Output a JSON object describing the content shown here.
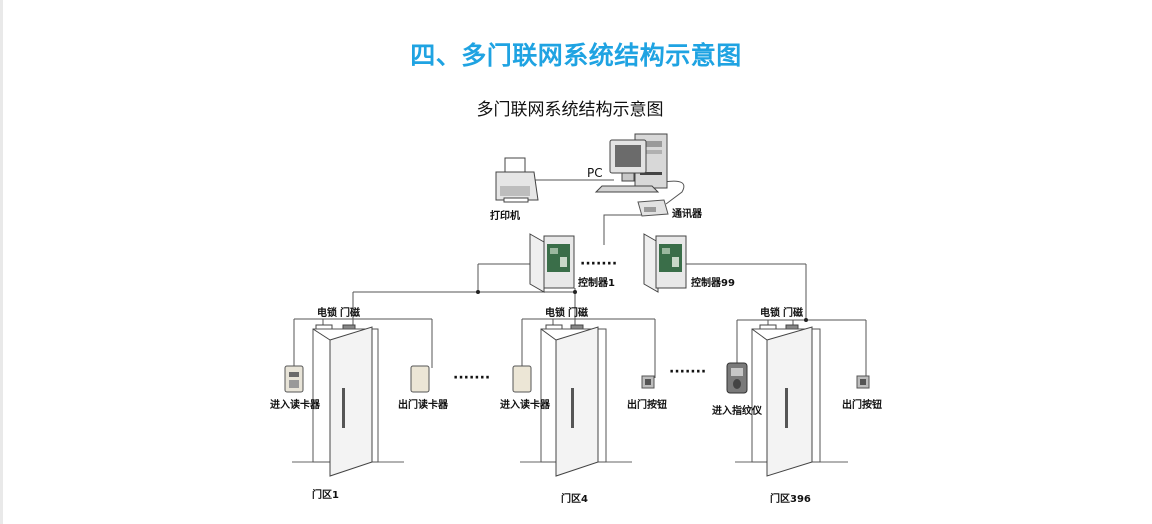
{
  "section_title": "四、多门联网系统结构示意图",
  "diagram": {
    "title": "多门联网系统结构示意图",
    "pc_label": "PC",
    "printer_label": "打印机",
    "comm_label": "通讯器",
    "controllers": [
      "控制器1",
      "控制器99"
    ],
    "door_groups": [
      {
        "lock": "电锁",
        "mag": "门磁",
        "entry": "进入读卡器",
        "exit": "出门读卡器",
        "zone": "门区1"
      },
      {
        "lock": "电锁",
        "mag": "门磁",
        "entry": "进入读卡器",
        "exit": "出门按钮",
        "zone": "门区4"
      },
      {
        "lock": "电锁",
        "mag": "门磁",
        "entry": "进入指纹仪",
        "exit": "出门按钮",
        "zone": "门区396"
      }
    ],
    "ellipsis": "·······"
  },
  "colors": {
    "accent": "#1fa3e2",
    "line": "#555555"
  }
}
